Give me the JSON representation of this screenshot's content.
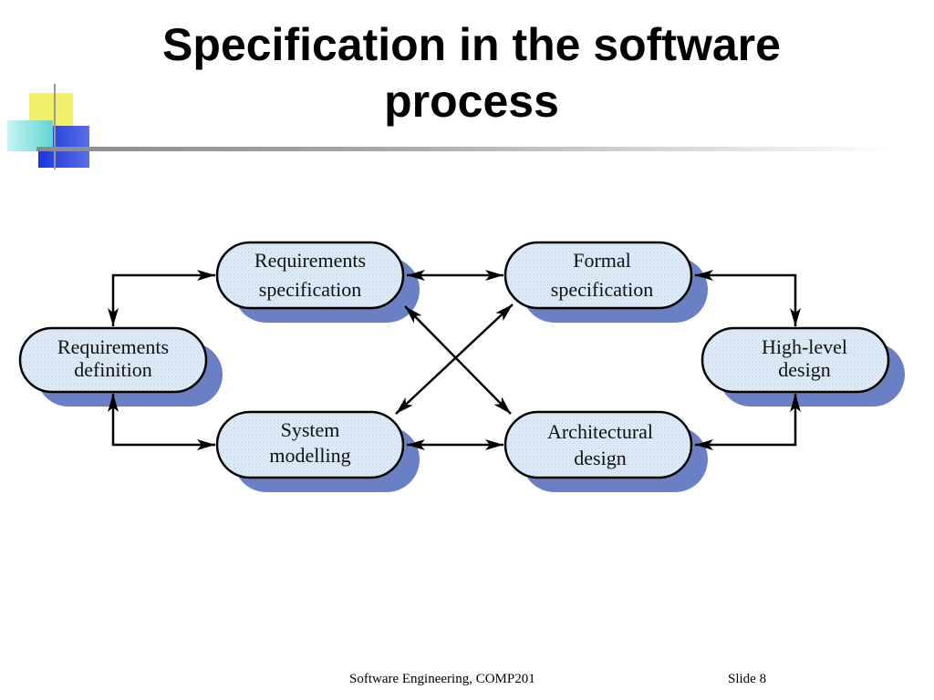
{
  "slide": {
    "title_line1": "Specification in the software",
    "title_line2": "process",
    "footer_course": "Software Engineering, COMP201",
    "footer_slide": "Slide  8"
  },
  "diagram": {
    "nodes": {
      "req_def": {
        "line1": "Requirements",
        "line2": "definition"
      },
      "req_spec": {
        "line1": "Requirements",
        "line2": "specification"
      },
      "sys_mod": {
        "line1": "System",
        "line2": "modelling"
      },
      "formal": {
        "line1": "Formal",
        "line2": "specification"
      },
      "arch": {
        "line1": "Architectural",
        "line2": "design"
      },
      "hld": {
        "line1": "High-level",
        "line2": "design"
      }
    }
  },
  "colors": {
    "shadow": "#6b7fc4",
    "node_fill": "#dce8f2",
    "node_stroke": "#000000",
    "arrow": "#000000",
    "logo_yellow": "#f2f06a",
    "logo_blue": "#1a35d8",
    "logo_cyan": "#7fe0de"
  }
}
